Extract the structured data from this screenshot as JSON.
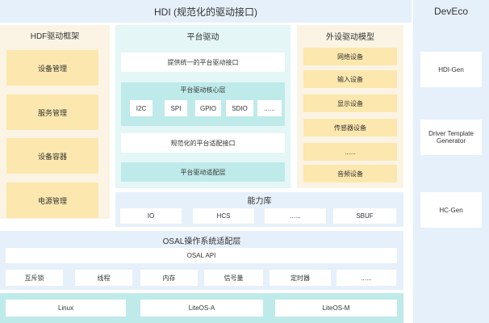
{
  "hdi_title": "HDI (规范化的驱动接口)",
  "hdf": {
    "title": "HDF驱动框架",
    "items": [
      "设备管理",
      "服务管理",
      "设备容器",
      "电源管理"
    ]
  },
  "platform": {
    "title": "平台驱动",
    "unified_interface": "提供统一的平台驱动接口",
    "core_title": "平台驱动核心层",
    "buses": [
      "I2C",
      "SPI",
      "GPIO",
      "SDIO",
      "......"
    ],
    "adapter_interface": "规范化的平台适配接口",
    "adapter_layer": "平台驱动适配层"
  },
  "peripheral": {
    "title": "外设驱动模型",
    "items": [
      "网络设备",
      "输入设备",
      "显示设备",
      "传感器设备",
      "......",
      "音频设备"
    ]
  },
  "capability": {
    "title": "能力库",
    "items": [
      "IO",
      "HCS",
      "......",
      "SBUF"
    ]
  },
  "osal": {
    "title": "OSAL操作系统适配层",
    "api": "OSAL API",
    "items": [
      "互斥锁",
      "线程",
      "内存",
      "信号量",
      "定时器",
      "......"
    ]
  },
  "kernels": [
    "Linux",
    "LiteOS-A",
    "LiteOS-M"
  ],
  "deveco": {
    "title": "DevEco",
    "tools": [
      "HDI-Gen",
      "Driver Template Generator",
      "HC-Gen"
    ]
  },
  "colors": {
    "light_blue": "#e6f0fa",
    "mint": "#e4f6f6",
    "teal": "#bfeaea",
    "cream": "#fbf4e4",
    "yellow": "#fce8ae"
  }
}
